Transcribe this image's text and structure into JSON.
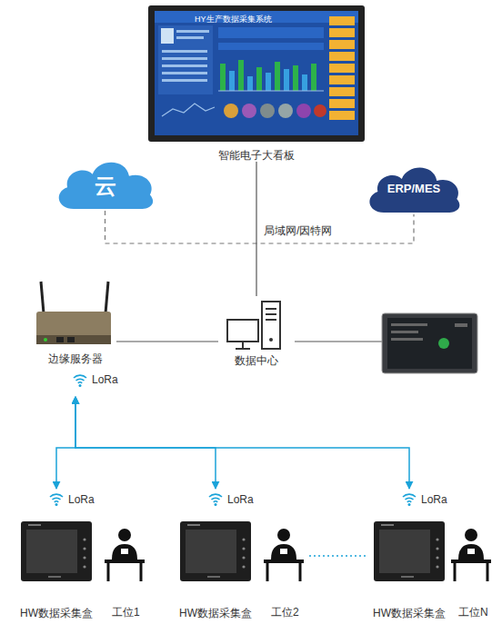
{
  "diagram": {
    "nodes": [
      {
        "text": [
          "智能电子大看板"
        ]
      },
      {
        "text": [
          "云"
        ]
      },
      {
        "text": [
          "ERP/MES"
        ]
      },
      {
        "text": [
          "边缘服务器"
        ]
      },
      {
        "text": [
          "数据中心"
        ]
      },
      {
        "text": [
          "HW数据采集盒"
        ]
      },
      {
        "text": [
          "HW数据采集盒"
        ]
      },
      {
        "text": [
          "HW数据采集盒"
        ]
      }
    ],
    "edges": [
      {
        "from": 1,
        "to": 2,
        "arrow": "none",
        "label": "局域网/因特网"
      },
      {
        "from": 0,
        "to": 4,
        "arrow": "none"
      },
      {
        "from": 3,
        "to": 4,
        "arrow": "none"
      },
      {
        "from": 3,
        "to": 5,
        "arrow": "both"
      },
      {
        "from": 3,
        "to": 6,
        "arrow": "both"
      },
      {
        "from": 3,
        "to": 7,
        "arrow": "both"
      }
    ],
    "labels": [
      "HY生产数据采集系统",
      "LoRa",
      "LoRa",
      "LoRa",
      "LoRa",
      "工位1",
      "工位2",
      "工位N"
    ]
  }
}
